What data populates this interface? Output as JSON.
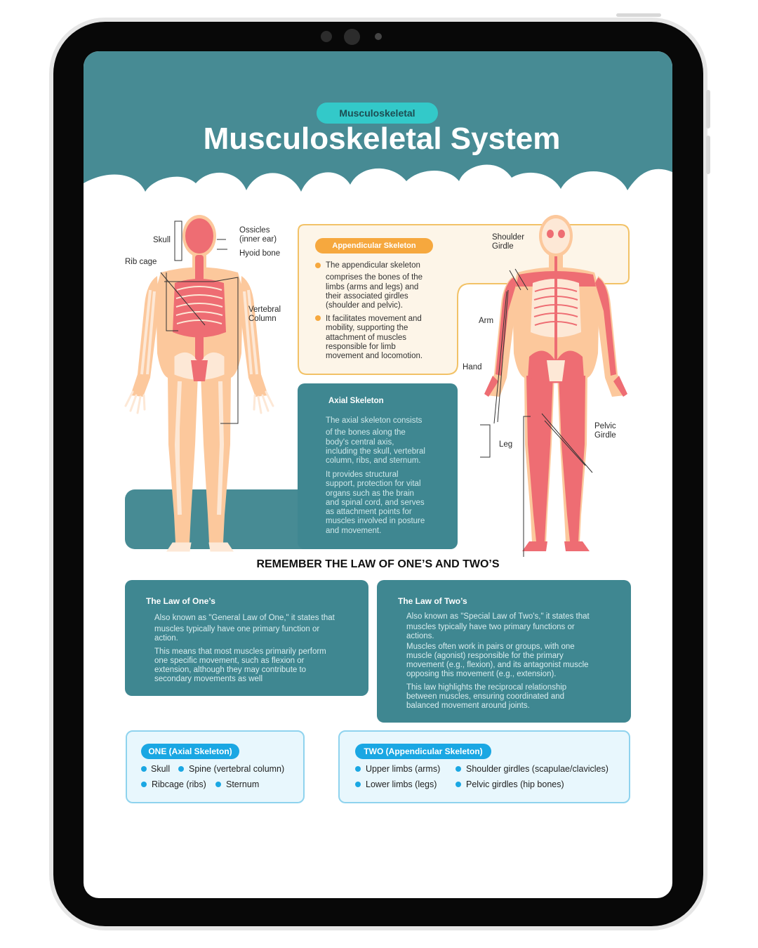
{
  "header": {
    "badge": "Musculoskeletal",
    "title": "Musculoskeletal System"
  },
  "axial_figure": {
    "labels": {
      "skull": "Skull",
      "ossicles_1": "Ossicles",
      "ossicles_2": "(inner ear)",
      "hyoid": "Hyoid bone",
      "ribcage": "Rib cage",
      "vertebral_1": "Vertebral",
      "vertebral_2": "Column"
    }
  },
  "appendicular_figure": {
    "labels": {
      "shoulder_1": "Shoulder",
      "shoulder_2": "Girdle",
      "arm": "Arm",
      "hand": "Hand",
      "leg": "Leg",
      "pelvic_1": "Pelvic",
      "pelvic_2": "Girdle"
    }
  },
  "appendicular": {
    "title": "Appendicular Skeleton",
    "point1": [
      "The appendicular skeleton",
      "comprises the bones of the",
      "limbs (arms and legs) and",
      "their associated girdles",
      "(shoulder and pelvic)."
    ],
    "point2": [
      "It facilitates movement and",
      "mobility, supporting the",
      "attachment of muscles",
      "responsible for limb",
      "movement and locomotion."
    ]
  },
  "axial": {
    "title": "Axial Skeleton",
    "para1": [
      "The axial skeleton consists",
      "of the bones along the",
      "body's central axis,",
      "including the skull, vertebral",
      "column, ribs, and sternum."
    ],
    "para2": [
      "It provides structural",
      "support, protection for vital",
      "organs such as the brain",
      "and spinal cord, and serves",
      "as attachment points for",
      "muscles involved in posture",
      "and movement."
    ]
  },
  "laws": {
    "heading": "REMEMBER THE LAW OF ONE’S AND TWO’S",
    "one": {
      "title": "The Law of One’s",
      "para1": [
        "Also known as \"General Law of One,\" it states that",
        "muscles typically have one primary function or",
        "action."
      ],
      "para2": [
        "This means that most muscles primarily perform",
        "one specific movement, such as flexion or",
        "extension, although they may contribute to",
        "secondary movements as well"
      ]
    },
    "two": {
      "title": "The Law of Two’s",
      "para1": [
        "Also known as \"Special Law of Two's,\" it states that",
        "muscles typically have two primary functions or",
        "actions."
      ],
      "para2": [
        "Muscles often work in pairs or groups, with one",
        "muscle (agonist) responsible for the primary",
        "movement (e.g., flexion), and its antagonist muscle",
        "opposing this movement (e.g., extension)."
      ],
      "para3": [
        "This law highlights the reciprocal relationship",
        "between muscles, ensuring coordinated and",
        "balanced movement around joints."
      ]
    }
  },
  "lists": {
    "one": {
      "pill": "ONE (Axial Skeleton)",
      "items": [
        "Skull",
        "Spine (vertebral column)",
        "Ribcage (ribs)",
        "Sternum"
      ]
    },
    "two": {
      "pill": "TWO (Appendicular Skeleton)",
      "items": [
        "Upper limbs (arms)",
        "Shoulder girdles (scapulae/clavicles)",
        "Lower limbs (legs)",
        "Pelvic girdles (hip bones)"
      ]
    }
  },
  "colors": {
    "teal_header": "#478b94",
    "teal_card": "#3f8791",
    "badge": "#33c9c9",
    "orange": "#f6a83e",
    "blue": "#1aa7e3",
    "skin": "#fcc89c",
    "muscle": "#ee6d73"
  }
}
